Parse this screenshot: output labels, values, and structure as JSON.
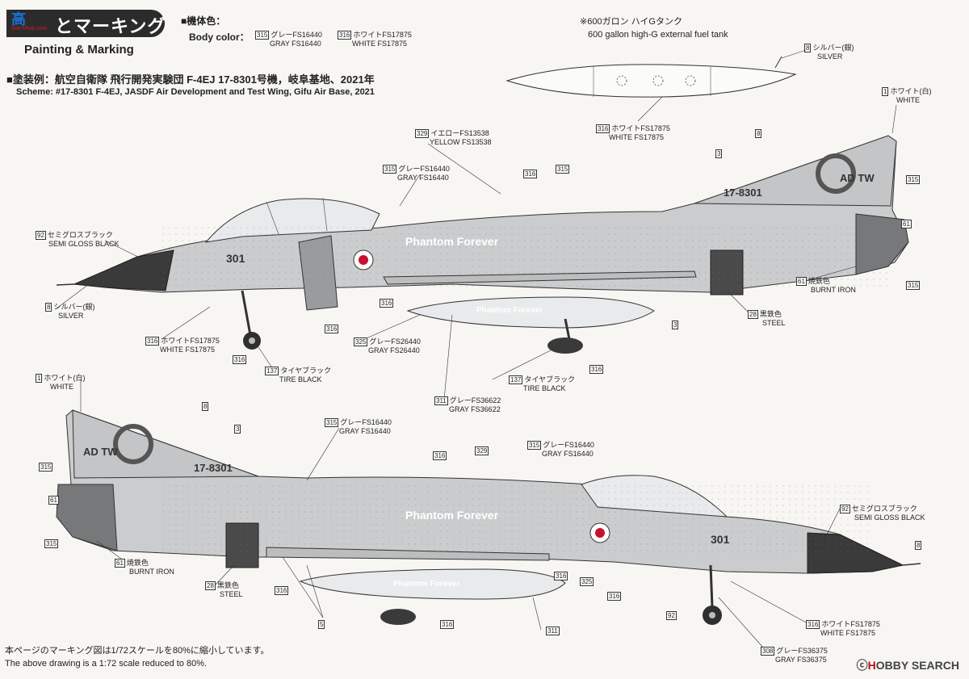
{
  "header": {
    "title_jp": "とマーキング",
    "title_en": "Painting & Marking",
    "logo": "高",
    "logo_sub": "ooo-shop.com",
    "body_color_jp": "■機体色：",
    "body_color_en": "Body color：",
    "scheme_jp": "■塗装例：航空自衛隊 飛行開発実験団 F-4EJ 17-8301号機，岐阜基地、2021年",
    "scheme_en": "Scheme: #17-8301 F-4EJ, JASDF Air Development and Test Wing, Gifu Air Base, 2021"
  },
  "body_colors": [
    {
      "num": "315",
      "jp": "グレーFS16440",
      "en": "GRAY FS16440"
    },
    {
      "num": "316",
      "jp": "ホワイトFS17875",
      "en": "WHITE FS17875"
    }
  ],
  "tank": {
    "jp": "※600ガロン ハイGタンク",
    "en": "600 gallon high-G external fuel tank",
    "callout_silver": {
      "num": "8",
      "jp": "シルバー(銀)",
      "en": "SILVER"
    },
    "callout_white": {
      "num": "316",
      "jp": "ホワイトFS17875",
      "en": "WHITE FS17875"
    }
  },
  "top_callouts": [
    {
      "id": "white-1",
      "num": "1",
      "jp": "ホワイト(白)",
      "en": "WHITE"
    },
    {
      "id": "yellow",
      "num": "329",
      "jp": "イエローFS13538",
      "en": "YELLOW FS13538"
    },
    {
      "id": "gray-315",
      "num": "315",
      "jp": "グレーFS16440",
      "en": "GRAY FS16440"
    },
    {
      "id": "semi-gloss",
      "num": "92",
      "jp": "セミグロスブラック",
      "en": "SEMI GLOSS BLACK"
    },
    {
      "id": "silver",
      "num": "8",
      "jp": "シルバー(銀)",
      "en": "SILVER"
    },
    {
      "id": "white-316",
      "num": "316",
      "jp": "ホワイトFS17875",
      "en": "WHITE FS17875"
    },
    {
      "id": "gray-325",
      "num": "325",
      "jp": "グレーFS26440",
      "en": "GRAY FS26440"
    },
    {
      "id": "tire-1",
      "num": "137",
      "jp": "タイヤブラック",
      "en": "TIRE BLACK"
    },
    {
      "id": "tire-2",
      "num": "137",
      "jp": "タイヤブラック",
      "en": "TIRE BLACK"
    },
    {
      "id": "gray-311",
      "num": "311",
      "jp": "グレーFS36622",
      "en": "GRAY FS36622"
    },
    {
      "id": "burnt-iron",
      "num": "61",
      "jp": "焼鉄色",
      "en": "BURNT IRON"
    },
    {
      "id": "steel",
      "num": "28",
      "jp": "黒鉄色",
      "en": "STEEL"
    }
  ],
  "bottom_callouts": [
    {
      "id": "white-1",
      "num": "1",
      "jp": "ホワイト(白)",
      "en": "WHITE"
    },
    {
      "id": "gray-315a",
      "num": "315",
      "jp": "グレーFS16440",
      "en": "GRAY FS16440"
    },
    {
      "id": "gray-315b",
      "num": "315",
      "jp": "グレーFS16440",
      "en": "GRAY FS16440"
    },
    {
      "id": "semi-gloss",
      "num": "92",
      "jp": "セミグロスブラック",
      "en": "SEMI GLOSS BLACK"
    },
    {
      "id": "burnt-iron",
      "num": "61",
      "jp": "焼鉄色",
      "en": "BURNT IRON"
    },
    {
      "id": "steel",
      "num": "28",
      "jp": "黒鉄色",
      "en": "STEEL"
    },
    {
      "id": "white-316",
      "num": "316",
      "jp": "ホワイトFS17875",
      "en": "WHITE FS17875"
    },
    {
      "id": "gray-308",
      "num": "308",
      "jp": "グレーFS36375",
      "en": "GRAY FS36375"
    }
  ],
  "small_nums": {
    "n8": "8",
    "n3": "3",
    "n315": "315",
    "n61": "61",
    "n316": "316",
    "n329": "329",
    "n5": "5",
    "n325": "325",
    "n92": "92",
    "n311": "311"
  },
  "aircraft": {
    "serial": "17-8301",
    "nose_number": "301",
    "tail_code": "AD TW",
    "fuselage_text": "Phantom Forever",
    "tank_text": "Phantom Forever"
  },
  "footer": {
    "note_jp": "本ページのマーキング図は1/72スケールを80%に縮小しています。",
    "note_en": "The above drawing is a 1:72 scale reduced to 80%.",
    "watermark_prefix": "ⓒ",
    "watermark_brand": "H",
    "watermark_rest": "OBBY SEARCH"
  },
  "colors": {
    "gray": "#c9cacb",
    "gray_dark": "#a9abad",
    "black": "#2d2d2d",
    "burnt_iron": "#6b6b6b"
  }
}
